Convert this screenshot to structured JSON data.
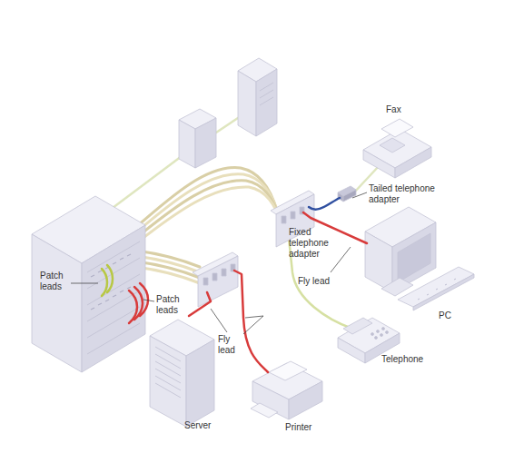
{
  "diagram": {
    "labels": [
      "Fax",
      "Tailed telephone adapter",
      "Fixed telephone adapter",
      "Fly lead",
      "PC",
      "Patch leads",
      "Patch leads",
      "Fly lead",
      "Telephone",
      "Server",
      "Printer"
    ]
  }
}
